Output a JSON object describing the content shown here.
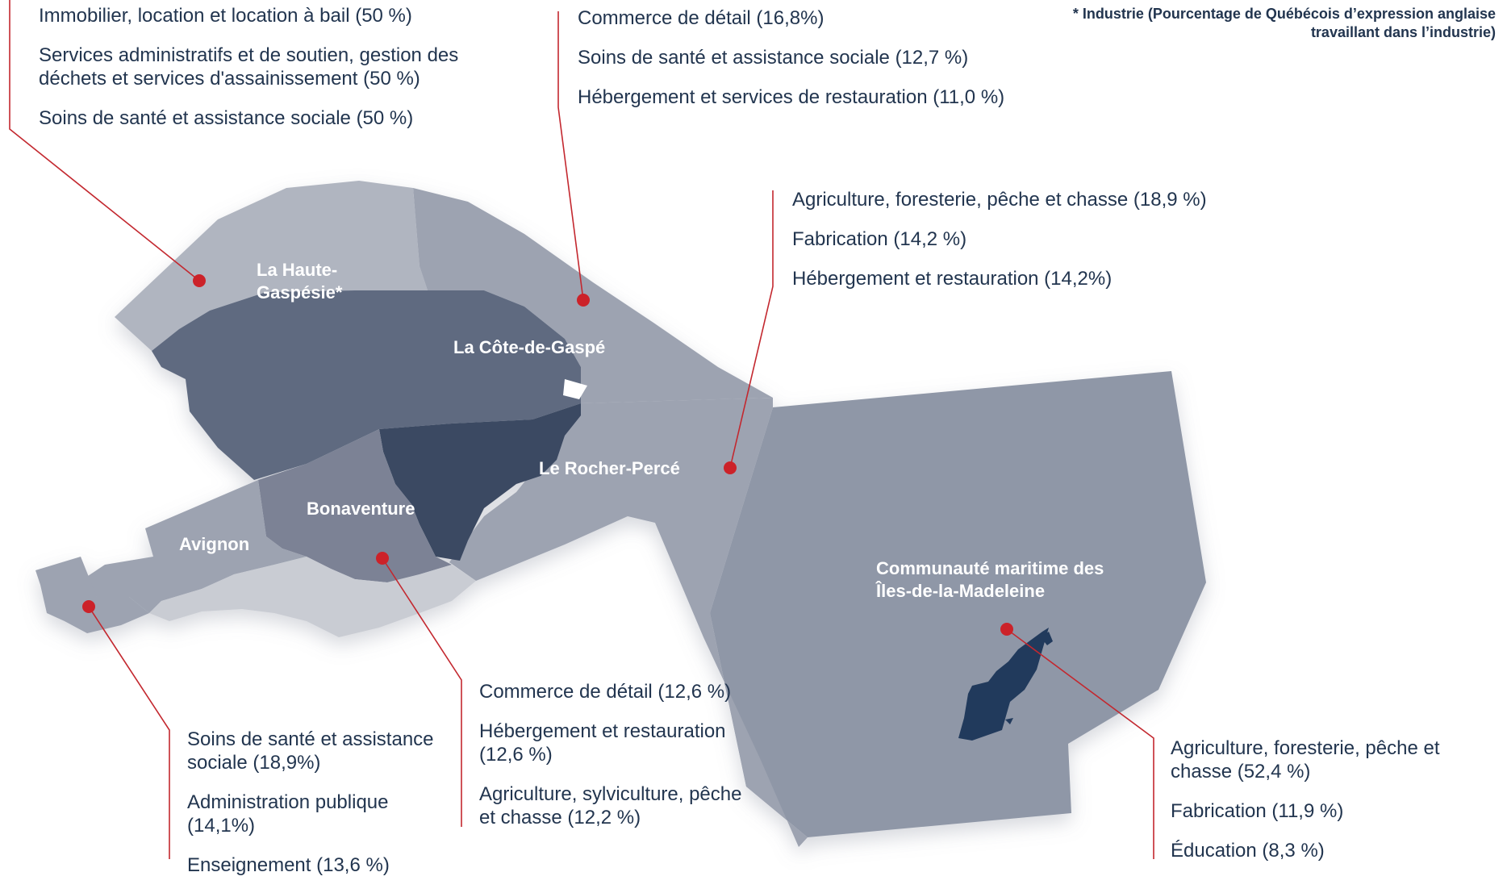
{
  "note": {
    "line1": "* Industrie (Pourcentage de Québécois d’expression anglaise",
    "line2": "travaillant dans l’industrie)"
  },
  "colors": {
    "region_light": "#b0b5c0",
    "region_mid": "#9da3b1",
    "region_dark": "#5e6a80",
    "region_darkest": "#3a4862",
    "region_islands": "#8f97a7",
    "coast": "#c9ccd3",
    "leader_line": "#c3282f",
    "marker": "#cc2229",
    "island": "#213a5c"
  },
  "regions": [
    {
      "name": "La Haute-Gaspésie",
      "label_lines": [
        "La Haute-",
        "Gaspésie*"
      ],
      "industries": [
        "Immobilier, location et location à bail (50 %)",
        "Services administratifs et de soutien, gestion des déchets et services d'assainissement (50 %)",
        "Soins de santé et assistance sociale (50 %)"
      ]
    },
    {
      "name": "La Côte-de-Gaspé",
      "label_lines": [
        "La Côte-de-Gaspé"
      ],
      "industries": [
        "Commerce de détail (16,8%)",
        "Soins de santé et assistance sociale (12,7 %)",
        "Hébergement et services de restauration (11,0 %)"
      ]
    },
    {
      "name": "Le Rocher-Percé",
      "label_lines": [
        "Le Rocher-Percé"
      ],
      "industries": [
        "Agriculture, foresterie, pêche et chasse (18,9 %)",
        "Fabrication (14,2 %)",
        "Hébergement et restauration (14,2%)"
      ]
    },
    {
      "name": "Avignon",
      "label_lines": [
        "Avignon"
      ],
      "industries": [
        "Soins de santé et assistance sociale (18,9%)",
        "Administration publique (14,1%)",
        "Enseignement (13,6 %)"
      ]
    },
    {
      "name": "Bonaventure",
      "label_lines": [
        "Bonaventure"
      ],
      "industries": [
        "Commerce de détail (12,6 %)",
        "Hébergement et restauration (12,6 %)",
        "Agriculture, sylviculture, pêche et chasse (12,2 %)"
      ]
    },
    {
      "name": "Communauté maritime des Îles-de-la-Madeleine",
      "label_lines": [
        "Communauté maritime des",
        "Îles-de-la-Madeleine"
      ],
      "industries": [
        "Agriculture, foresterie, pêche et chasse (52,4 %)",
        "Fabrication (11,9 %)",
        "Éducation (8,3 %)"
      ]
    }
  ]
}
